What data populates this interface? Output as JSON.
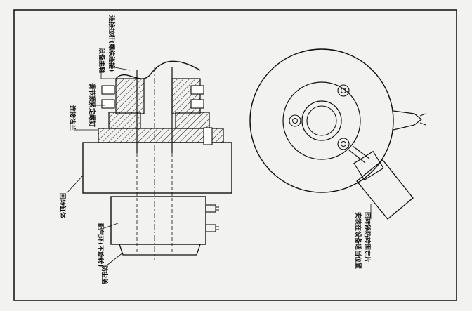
{
  "labels": {
    "adjust_screw": "调节顶紧定螺钉",
    "main_shaft": "设备主轴",
    "connector_rod": "连接拉杆(螺纹连接)",
    "flange": "连接法兰",
    "cylinder_body": "回转缸体",
    "gas_ring": "配气环(不旋转)",
    "dust_cover": "防尘盖",
    "anti_rotation_note_line1": "回转器防转固定片",
    "anti_rotation_note_line2": "安装在设备适当位置"
  },
  "colors": {
    "line": "#111111",
    "paper": "#f2f2f0",
    "frame": "#1a1a1a"
  }
}
